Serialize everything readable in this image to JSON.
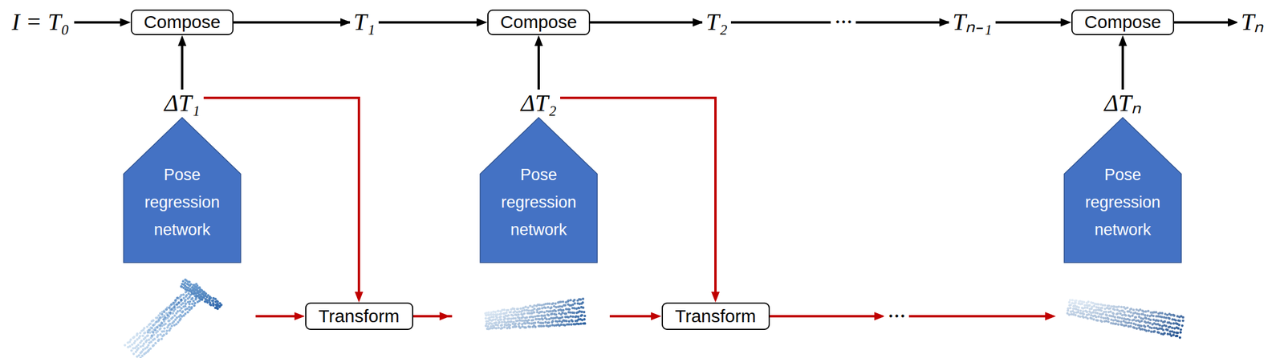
{
  "diagram": {
    "nodes": [
      {
        "text": [
          "Compose"
        ]
      },
      {
        "text": [
          "Compose"
        ]
      },
      {
        "text": [
          "Compose"
        ]
      },
      {
        "text": [
          "Pose regression network"
        ]
      },
      {
        "text": [
          "Pose regression network"
        ]
      },
      {
        "text": [
          "Pose regression network"
        ]
      },
      {
        "text": [
          "Transform"
        ]
      },
      {
        "text": [
          "Transform"
        ]
      }
    ],
    "edges": [
      {
        "from": 0,
        "to": 1,
        "label": "T₁",
        "arrow": "to"
      },
      {
        "from": 1,
        "to": 2,
        "arrow": "to"
      },
      {
        "from": 3,
        "to": 0,
        "label": "ΔT₁",
        "arrow": "to"
      },
      {
        "from": 4,
        "to": 1,
        "label": "ΔT₂",
        "arrow": "to"
      },
      {
        "from": 5,
        "to": 2,
        "label": "ΔTₙ",
        "arrow": "to"
      },
      {
        "from": 3,
        "to": 6,
        "arrow": "to"
      },
      {
        "from": 4,
        "to": 7,
        "arrow": "to"
      },
      {
        "from": 6,
        "to": 7,
        "arrow": "to"
      }
    ],
    "labels": [
      "I = T₀",
      "T₂",
      "···",
      "Tₙ₋₁",
      "Tₙ",
      "···"
    ]
  }
}
